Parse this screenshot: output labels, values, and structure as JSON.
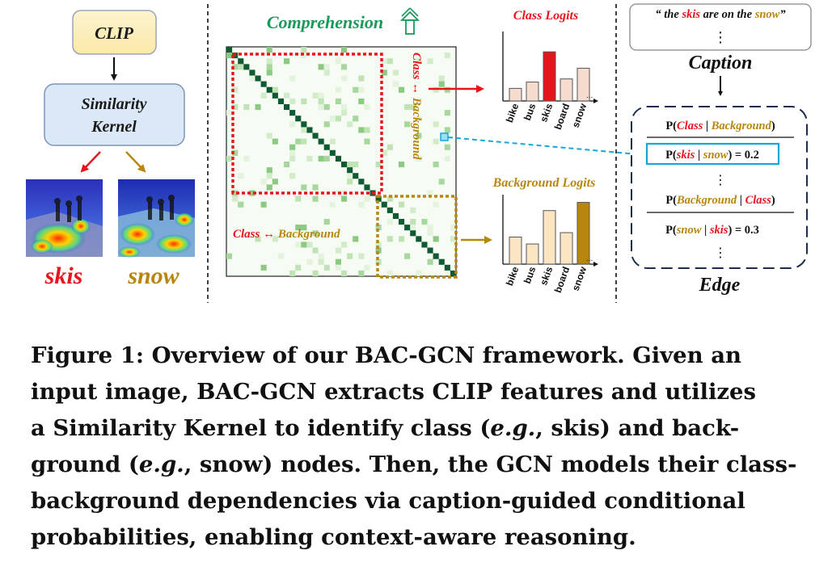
{
  "figure": {
    "left_panel": {
      "clip_label": "CLIP",
      "kernel_label_1": "Similarity",
      "kernel_label_2": "Kernel",
      "word_class": "skis",
      "word_background": "snow"
    },
    "middle_panel": {
      "title": "Comprehension",
      "upper_label": "Class ↔ Background",
      "lower_label": "Class ↔ Background",
      "class_logits": {
        "title": "Class Logits",
        "categories": [
          "bike",
          "bus",
          "skis",
          "board",
          "snow"
        ],
        "values": [
          0.2,
          0.3,
          0.78,
          0.35,
          0.52
        ],
        "colors": [
          "#f6dccf",
          "#f6dccf",
          "#e8141c",
          "#f6dccf",
          "#f6dccf"
        ],
        "ellipsis": "..."
      },
      "background_logits": {
        "title": "Background Logits",
        "categories": [
          "bike",
          "bus",
          "skis",
          "board",
          "snow"
        ],
        "values": [
          0.43,
          0.32,
          0.85,
          0.5,
          0.98
        ],
        "colors": [
          "#fbe5c2",
          "#fbe5c2",
          "#fbe5c2",
          "#fbe5c2",
          "#b9860d"
        ],
        "ellipsis": "..."
      }
    },
    "right_panel": {
      "caption_open": "“ the ",
      "caption_class": "skis",
      "caption_mid": " are on the ",
      "caption_bg": "snow",
      "caption_close": "”",
      "vdots": "⋮",
      "caption_title": "Caption",
      "edge_title": "Edge",
      "p1": {
        "prefix": "P(",
        "a": "Class",
        "sep": " | ",
        "b": "Background",
        "suffix": ")"
      },
      "p2": {
        "prefix": "P(",
        "a": "skis",
        "sep": " | ",
        "b": "snow",
        "suffix": ") = 0.2"
      },
      "p3": {
        "prefix": "P(",
        "a": "Background",
        "sep": " | ",
        "b": "Class",
        "suffix": ")"
      },
      "p4": {
        "prefix": "P(",
        "a": "snow",
        "sep": " | ",
        "b": "skis",
        "suffix": ") = 0.3"
      }
    },
    "colors": {
      "red": "#e8141c",
      "gold": "#b9860d",
      "green": "#1a9a5a",
      "blue": "#18a6d9"
    }
  },
  "caption": {
    "line1": "Figure 1: Overview of our BAC-GCN framework. Given an",
    "line2": "input image, BAC-GCN extracts CLIP features and utilizes",
    "line3_a": "a Similarity Kernel to identify class (",
    "line3_em": "e.g.",
    "line3_b": ", skis) and back-",
    "line4_a": "ground (",
    "line4_em": "e.g.",
    "line4_b": ", snow) nodes. Then, the GCN models their class-",
    "line5": "background dependencies via caption-guided conditional",
    "line6": "probabilities, enabling context-aware reasoning."
  }
}
